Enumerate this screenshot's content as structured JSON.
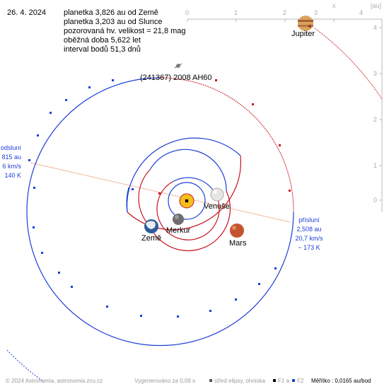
{
  "date": "26. 4. 2024",
  "info": [
    "planetka 3,826 au od Země",
    "planetka 3,203 au od Slunce",
    "pozorovaná hv. velikost = 21,8 mag",
    "oběžná doba 5,622 let",
    "interval bodů 51,3 dnů"
  ],
  "asteroid_name": "(241367) 2008 AH60",
  "aphelion": {
    "title": "odsluní",
    "distance": "815 au",
    "speed": "6 km/s",
    "temp": "140 K"
  },
  "perihelion": {
    "title": "přísluní",
    "distance": "2,508 au",
    "speed": "20,7 km/s",
    "temp": "~ 173 K"
  },
  "planets": {
    "jupiter": "Jupiter",
    "venus": "Venuše",
    "mercury": "Merkur",
    "earth": "Země",
    "mars": "Mars"
  },
  "axes": {
    "top_ticks": [
      "0",
      "1",
      "2",
      "3",
      "4"
    ],
    "right_ticks": [
      "4",
      "3",
      "2",
      "1",
      "0"
    ],
    "x_label": "x",
    "unit": "[au]"
  },
  "footer": {
    "copyright": "© 2024 Astronomia, astronomia.zcu.cz",
    "generated": "Vygenerováno za 0,09 s",
    "legend_center": "střed elipsy, ohniska",
    "legend_f1": "F1 a",
    "legend_f2": "F2",
    "scale": "Měřítko : 0,0165 au/bod"
  },
  "colors": {
    "orbit_blue": "#1d3fd8",
    "orbit_red": "#c8141e",
    "sun": "#f2c019",
    "mars": "#c4542f",
    "axis": "#bbbbbb",
    "apsides_line": "#f0b89a"
  }
}
